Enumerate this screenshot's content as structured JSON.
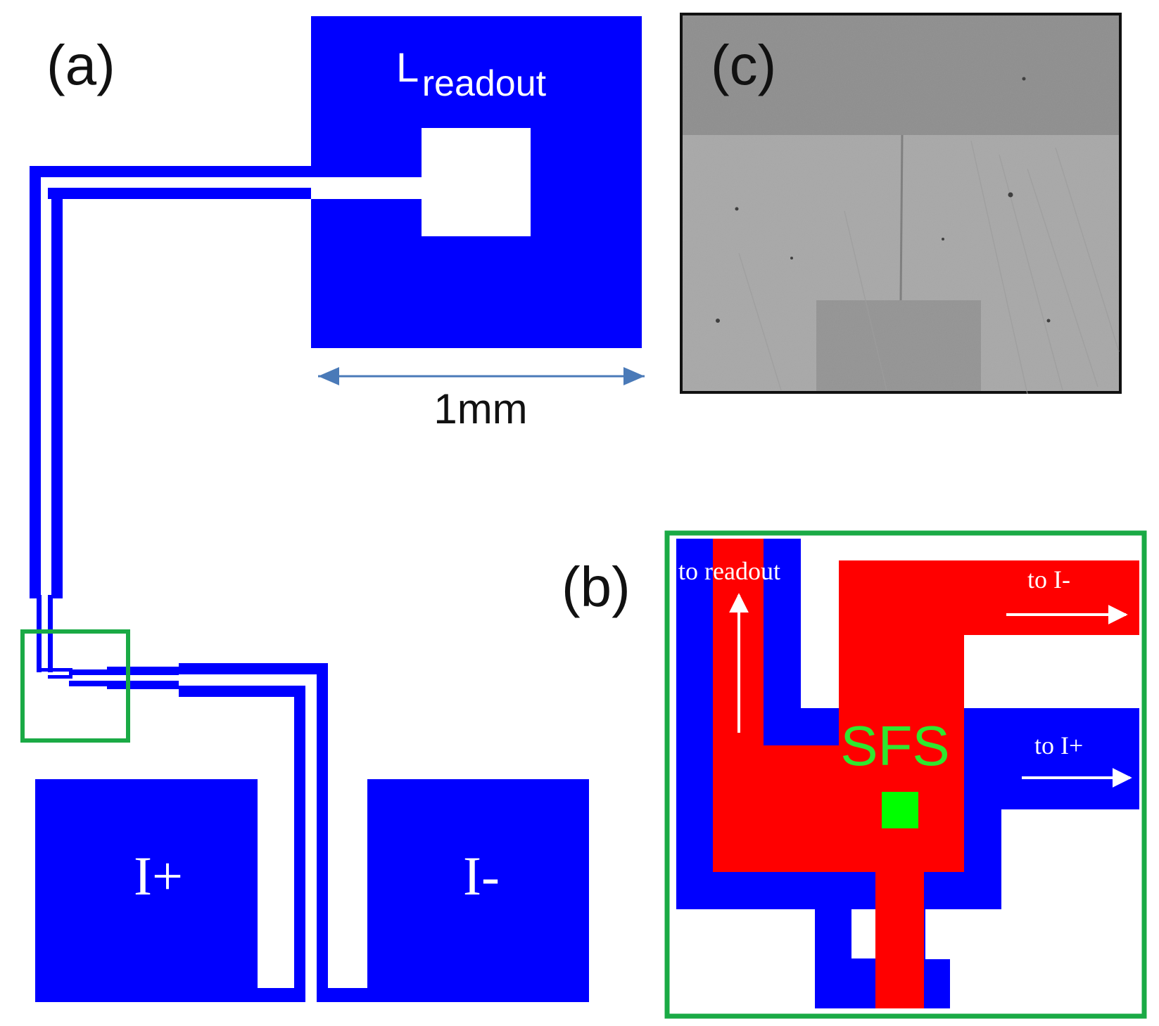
{
  "panels": {
    "a": {
      "label": "(a)"
    },
    "b": {
      "label": "(b)"
    },
    "c": {
      "label": "(c)"
    }
  },
  "pads": {
    "readout": {
      "main": "L",
      "sub": "readout"
    },
    "i_plus": "I+",
    "i_minus": "I-"
  },
  "scale_bar": {
    "label": "1mm"
  },
  "detail": {
    "junction_label": "SFS",
    "to_readout": "to readout",
    "to_i_minus": "to I-",
    "to_i_plus": "to I+"
  },
  "colors": {
    "pad_blue": "#0000ff",
    "layer_red": "#ff0000",
    "junction_green": "#00ff00",
    "highlight_green": "#1aaa45",
    "scale_arrow": "#4a7ab8"
  }
}
